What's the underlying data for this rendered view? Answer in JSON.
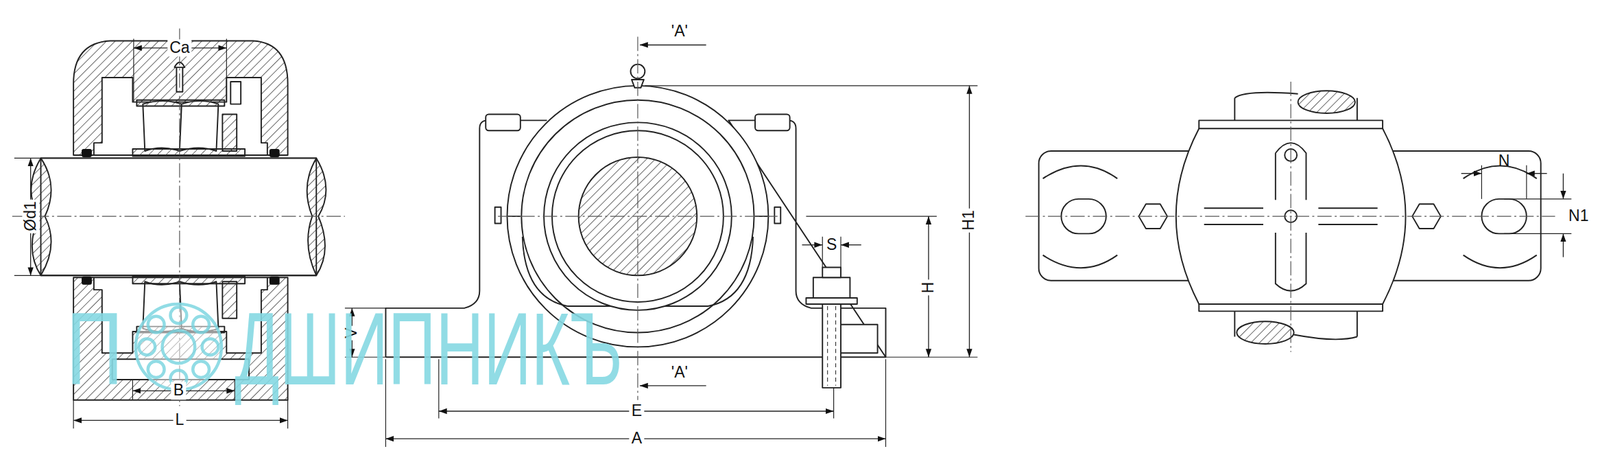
{
  "diagram": {
    "labels": [
      "Ca",
      "Ød1",
      "B",
      "L",
      "'A'",
      "'A'",
      "V",
      "E",
      "A",
      "S",
      "H",
      "H1",
      "N",
      "N1",
      "П",
      "ДШИПНИКЪ"
    ]
  }
}
